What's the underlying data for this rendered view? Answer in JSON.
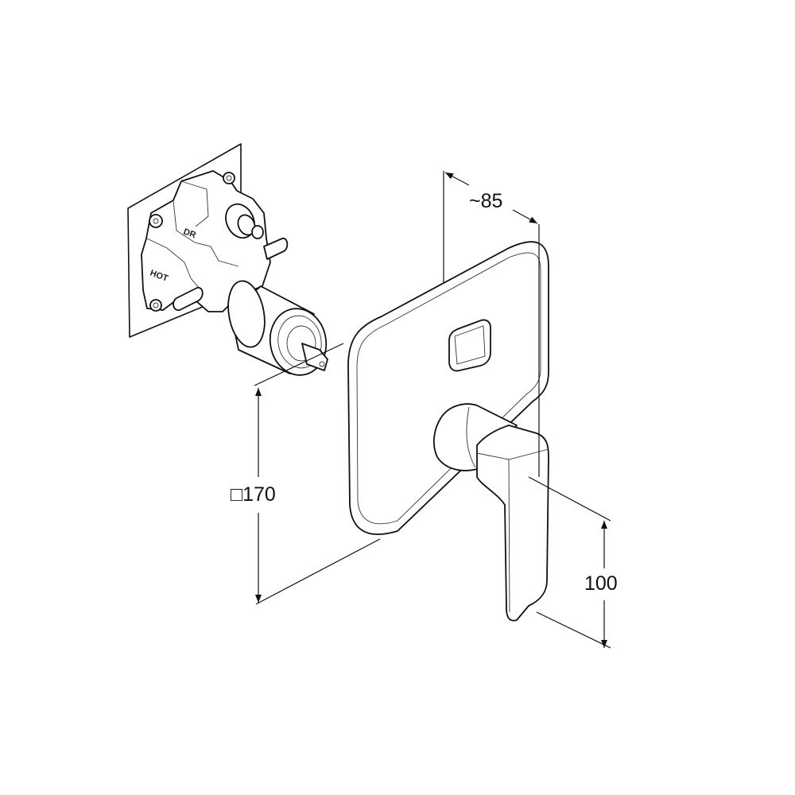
{
  "drawing": {
    "dimensions": {
      "depth": "~85",
      "plate_size_symbol": "□",
      "plate_size": "170",
      "handle_length": "100"
    },
    "valve_markings": {
      "diverter": "DR",
      "hot": "HOT"
    },
    "colors": {
      "line": "#111111",
      "background": "#ffffff"
    }
  }
}
